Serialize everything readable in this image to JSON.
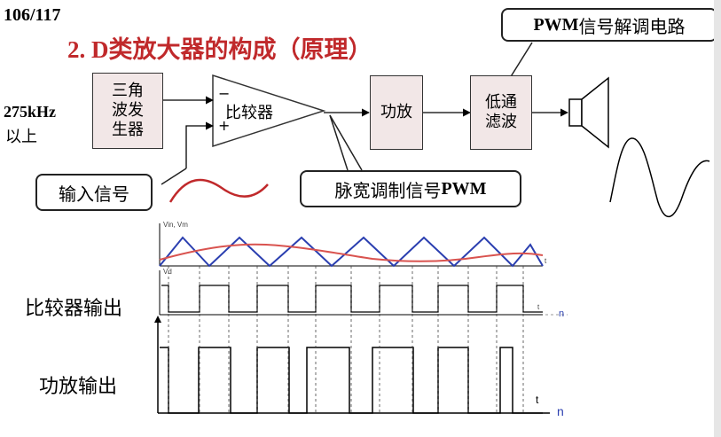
{
  "page_number": "106/117",
  "title": "2. D类放大器的构成（原理）",
  "blocks": {
    "triangle_gen": [
      "三角",
      "波发",
      "生器"
    ],
    "comparator": "比较器",
    "power_amp": "功放",
    "lowpass": [
      "低通",
      "滤波"
    ]
  },
  "comparator_signs": {
    "minus": "−",
    "plus": "+"
  },
  "frequency": {
    "value": "275kHz",
    "suffix": "以上"
  },
  "callouts": {
    "demod": {
      "bold": "PWM",
      "text": "信号解调电路"
    },
    "input": "输入信号",
    "pwm": {
      "text": "脉宽调制信号",
      "bold": "PWM"
    }
  },
  "waveform_labels": {
    "comparator_output": "比较器输出",
    "amp_output": "功放输出"
  },
  "axis_labels": {
    "top_y": "Vin, Vm",
    "mid_y": "Vd",
    "t": "t",
    "n": "n"
  },
  "colors": {
    "title": "#c0292b",
    "block_fill": "#f2e7e7",
    "triangle_wave": "#2b3fb0",
    "input_wave": "#d9534f"
  }
}
